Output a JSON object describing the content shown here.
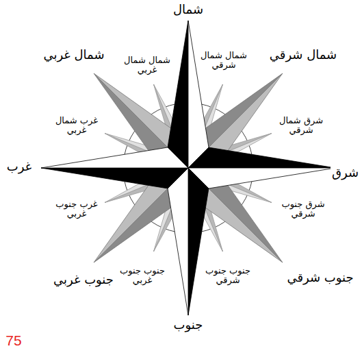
{
  "diagram": {
    "labels": [
      "شمال",
      "شمال غربي",
      "شمال شمال غربي",
      "شمال شمال شرقي",
      "شمال شرقي",
      "غرب شمال غربي",
      "شرق شمال شرقي",
      "غرب",
      "شرق",
      "غرب جنوب غربي",
      "شرق جنوب شرقي",
      "جنوب غربي",
      "جنوب جنوب غربي",
      "جنوب جنوب شرقي",
      "جنوب شرقي",
      "جنوب",
      "75"
    ]
  }
}
